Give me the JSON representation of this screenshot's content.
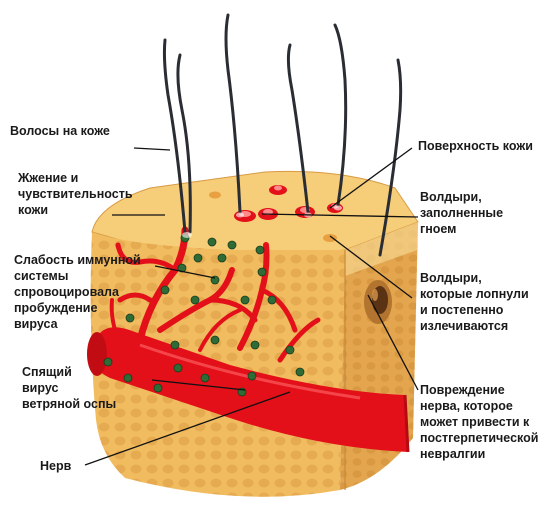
{
  "diagram": {
    "title": "",
    "labels": {
      "hair": "Волосы на коже",
      "burning": "Жжение и\nчувствительность\nкожи",
      "immunity": "Слабость иммунной\nсистемы\nспровоцировала\nпробуждение\nвируса",
      "dormant_virus": "Спящий\nвирус\nветряной оспы",
      "nerve": "Нерв",
      "skin_surface": "Поверхность кожи",
      "pus_blisters": "Волдыри,\nзаполненные\nгноем",
      "healed_blisters": "Волдыри,\nкоторые лопнули\nи постепенно\nизлечиваются",
      "nerve_damage": "Повреждение\nнерва, которое\nможет привести к\nпостгерпетической\nневралгии"
    },
    "colors": {
      "skin": "#f4c36a",
      "skin_dark": "#d9983c",
      "skin_side": "#e6ad55",
      "vessel": "#e3101a",
      "virus": "#2f6b35",
      "hair": "#2a2d33",
      "leader": "#111111"
    }
  }
}
